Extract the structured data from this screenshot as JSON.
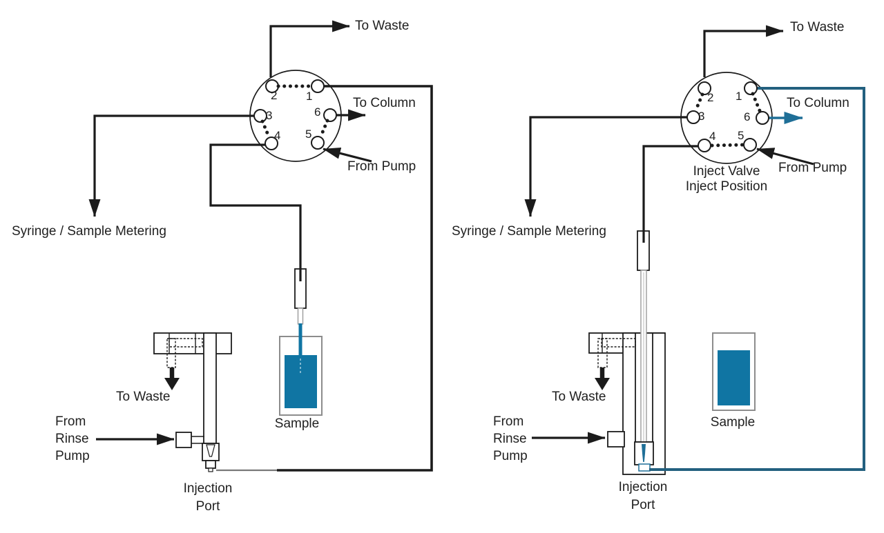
{
  "colors": {
    "line_black": "#1b1b1b",
    "tube_teal": "#23607F",
    "accent_teal": "#1F6F97",
    "sample_blue": "#1075A3",
    "vial_gray": "#8c8c8c"
  },
  "left": {
    "ports": {
      "p1": "1",
      "p2": "2",
      "p3": "3",
      "p4": "4",
      "p5": "5",
      "p6": "6"
    },
    "labels": {
      "to_waste_top": "To Waste",
      "to_column": "To Column",
      "from_pump": "From Pump",
      "syringe_metering": "Syringe / Sample Metering",
      "to_waste_port": "To Waste",
      "rinse_line1": "From",
      "rinse_line2": "Rinse",
      "rinse_line3": "Pump",
      "injection_line1": "Injection",
      "injection_line2": "Port",
      "sample": "Sample"
    }
  },
  "right": {
    "ports": {
      "p1": "1",
      "p2": "2",
      "p3": "3",
      "p4": "4",
      "p5": "5",
      "p6": "6"
    },
    "labels": {
      "to_waste_top": "To Waste",
      "to_column": "To Column",
      "from_pump": "From Pump",
      "valve_caption1": "Inject Valve",
      "valve_caption2": "Inject Position",
      "syringe_metering": "Syringe / Sample Metering",
      "to_waste_port": "To Waste",
      "rinse_line1": "From",
      "rinse_line2": "Rinse",
      "rinse_line3": "Pump",
      "injection_line1": "Injection",
      "injection_line2": "Port",
      "sample": "Sample"
    }
  }
}
